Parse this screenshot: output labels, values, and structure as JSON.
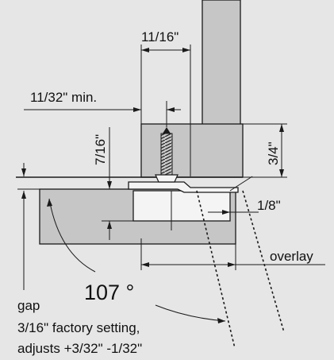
{
  "labels": {
    "dim_11_16": "11/16\"",
    "dim_11_32_min": "11/32\" min.",
    "dim_7_16": "7/16\"",
    "dim_3_4": "3/4\"",
    "dim_1_8": "1/8\"",
    "overlay": "overlay",
    "angle": "107 °",
    "gap": "gap",
    "gap_note_1": "3/16\" factory setting,",
    "gap_note_2": "adjusts +3/32\" -1/32\""
  },
  "colors": {
    "background": "#e6e6e6",
    "panel_fill": "#c6c6c6",
    "hinge_fill": "#f4f4f4",
    "ink": "#1a1a1a"
  }
}
